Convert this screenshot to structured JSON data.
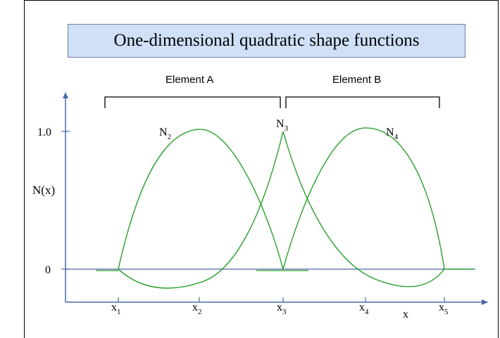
{
  "title": "One-dimensional quadratic shape functions",
  "elements": {
    "a": "Element  A",
    "b": "Element  B"
  },
  "y_axis": {
    "label": "N(x)",
    "tick_one": "1.0",
    "tick_zero": "0"
  },
  "x_axis": {
    "label": "x"
  },
  "nodes": [
    {
      "base": "x",
      "sub": "1"
    },
    {
      "base": "x",
      "sub": "2"
    },
    {
      "base": "x",
      "sub": "3"
    },
    {
      "base": "x",
      "sub": "4"
    },
    {
      "base": "x",
      "sub": "5"
    }
  ],
  "curve_labels": [
    {
      "base": "N",
      "sub": "2"
    },
    {
      "base": "N",
      "sub": "3"
    },
    {
      "base": "N",
      "sub": "4"
    }
  ],
  "colors": {
    "curve": "#1a9a1a",
    "axis": "#4a6aa8",
    "title_bg": "#cfe0f7"
  }
}
